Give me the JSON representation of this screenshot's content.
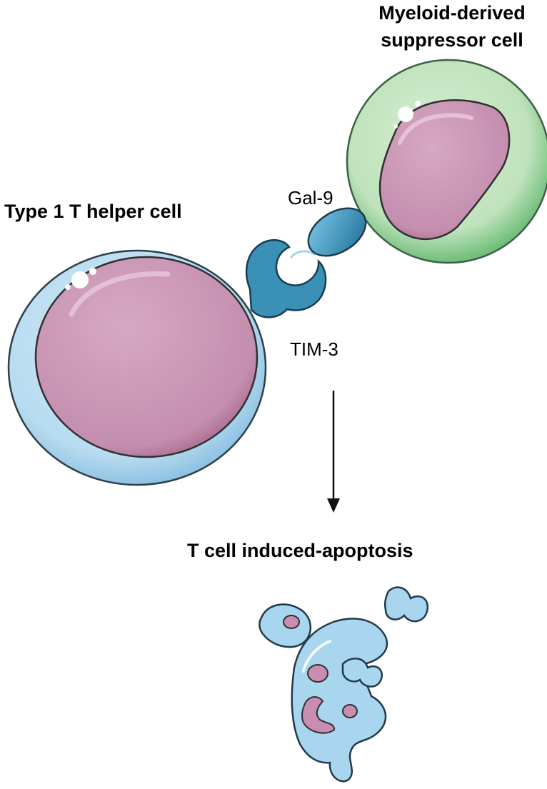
{
  "labels": {
    "mdsc_line1": "Myeloid-derived",
    "mdsc_line2": "suppressor cell",
    "th1": "Type 1 T helper cell",
    "gal9": "Gal-9",
    "tim3": "TIM-3",
    "outcome": "T cell induced-apoptosis"
  },
  "colors": {
    "t_cell_membrane": "#9ccbe7",
    "t_cell_cytoplasm": "#bfe0f3",
    "nucleus": "#c996b4",
    "mdsc_membrane": "#8fcf96",
    "mdsc_cytoplasm": "#c7e6c3",
    "tim3_receptor": "#3b8fb3",
    "gal9_ligand": "#3aa2c8",
    "apoptotic_cell": "#a8d4ee",
    "arrow": "#111111"
  }
}
